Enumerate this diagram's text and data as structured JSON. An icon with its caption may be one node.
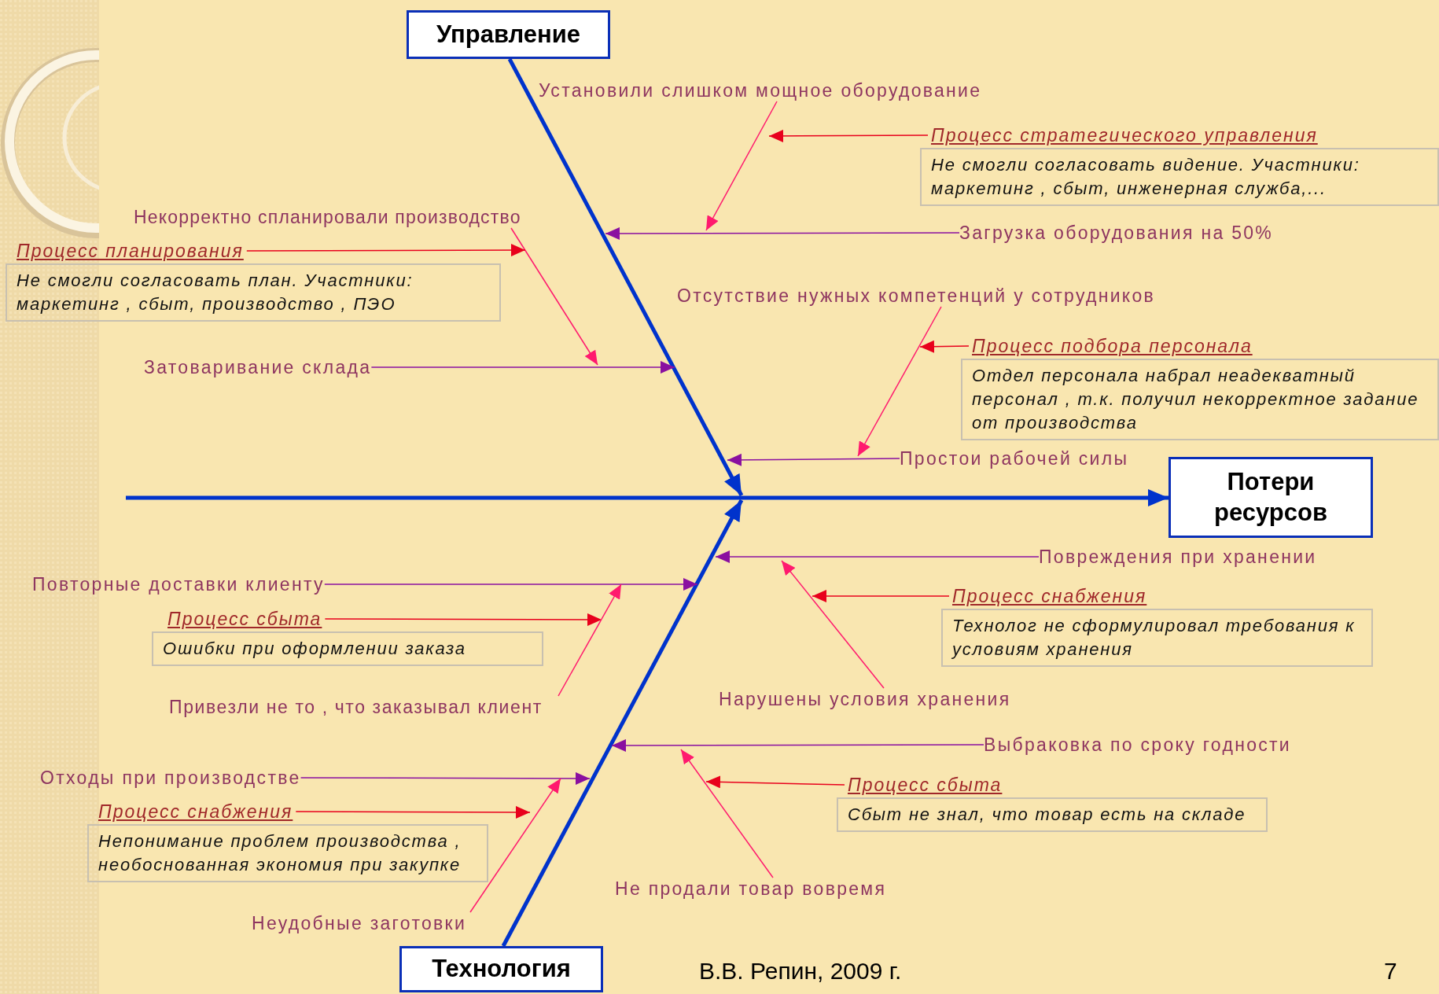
{
  "diagram": {
    "nodes": [
      {
        "text": [
          "Управление"
        ]
      },
      {
        "text": [
          "Технология"
        ]
      },
      {
        "text": [
          "Потери ресурсов"
        ]
      },
      {
        "text": [
          "Установили слишком мощное оборудование"
        ]
      },
      {
        "text": [
          "Процесс стратегического управления",
          "Не смогли согласовать видение. Участники: маркетинг , сбыт, инженерная служба,..."
        ]
      },
      {
        "text": [
          "Загрузка оборудования на 50%"
        ]
      },
      {
        "text": [
          "Некорректно спланировали производство"
        ]
      },
      {
        "text": [
          "Процесс планирования",
          "Не смогли согласовать план. Участники: маркетинг , сбыт, производство , ПЭО"
        ]
      },
      {
        "text": [
          "Затоваривание склада"
        ]
      },
      {
        "text": [
          "Отсутствие нужных компетенций у сотрудников"
        ]
      },
      {
        "text": [
          "Процесс подбора персонала",
          "Отдел персонала набрал неадекватный персонал , т.к. получил некорректное задание от производства"
        ]
      },
      {
        "text": [
          "Простои рабочей силы"
        ]
      },
      {
        "text": [
          "Повреждения при хранении"
        ]
      },
      {
        "text": [
          "Нарушены условия хранения"
        ]
      },
      {
        "text": [
          "Процесс снабжения",
          "Технолог не сформулировал требования к условиям хранения"
        ]
      },
      {
        "text": [
          "Повторные доставки клиенту"
        ]
      },
      {
        "text": [
          "Процесс сбыта",
          "Ошибки при оформлении заказа"
        ]
      },
      {
        "text": [
          "Привезли не то , что заказывал клиент"
        ]
      },
      {
        "text": [
          "Отходы при производстве"
        ]
      },
      {
        "text": [
          "Процесс снабжения",
          "Непонимание проблем производства , необоснованная экономия при закупке"
        ]
      },
      {
        "text": [
          "Неудобные заготовки"
        ]
      },
      {
        "text": [
          "Выбраковка по сроку годности"
        ]
      },
      {
        "text": [
          "Не продали товар вовремя"
        ]
      },
      {
        "text": [
          "Процесс сбыта",
          "Сбыт не знал, что товар есть на складе"
        ]
      }
    ],
    "edges": [
      {
        "from": 0,
        "to": null,
        "arrow": "to",
        "style": "thick",
        "color": "#0033cc"
      },
      {
        "from": 1,
        "to": null,
        "arrow": "to",
        "style": "thick",
        "color": "#0033cc"
      },
      {
        "from": null,
        "to": 2,
        "arrow": "to",
        "style": "thick",
        "color": "#0033cc"
      },
      {
        "from": 3,
        "to": null,
        "arrow": "to",
        "color": "#ff1a6e"
      },
      {
        "from": 4,
        "to": 3,
        "arrow": "to",
        "color": "#e8001c"
      },
      {
        "from": 5,
        "to": null,
        "arrow": "to",
        "color": "#8a10a0"
      },
      {
        "from": 6,
        "to": null,
        "arrow": "to",
        "color": "#ff1a6e"
      },
      {
        "from": 7,
        "to": 6,
        "arrow": "to",
        "color": "#e8001c"
      },
      {
        "from": 8,
        "to": null,
        "arrow": "to",
        "color": "#8a10a0"
      },
      {
        "from": 9,
        "to": 11,
        "arrow": "to",
        "color": "#ff1a6e"
      },
      {
        "from": 10,
        "to": 9,
        "arrow": "to",
        "color": "#e8001c"
      },
      {
        "from": 11,
        "to": null,
        "arrow": "to",
        "color": "#8a10a0"
      },
      {
        "from": 12,
        "to": null,
        "arrow": "to",
        "color": "#8a10a0"
      },
      {
        "from": 13,
        "to": null,
        "arrow": "to",
        "color": "#ff1a6e"
      },
      {
        "from": 14,
        "to": null,
        "arrow": "to",
        "color": "#e8001c"
      },
      {
        "from": 15,
        "to": null,
        "arrow": "to",
        "color": "#8a10a0"
      },
      {
        "from": 16,
        "to": null,
        "arrow": "to",
        "color": "#e8001c"
      },
      {
        "from": 17,
        "to": null,
        "arrow": "to",
        "color": "#ff1a6e"
      },
      {
        "from": 18,
        "to": null,
        "arrow": "to",
        "color": "#8a10a0"
      },
      {
        "from": 19,
        "to": null,
        "arrow": "to",
        "color": "#e8001c"
      },
      {
        "from": 20,
        "to": null,
        "arrow": "to",
        "color": "#ff1a6e"
      },
      {
        "from": 21,
        "to": null,
        "arrow": "to",
        "color": "#8a10a0"
      },
      {
        "from": 22,
        "to": null,
        "arrow": "to",
        "color": "#ff1a6e"
      },
      {
        "from": 23,
        "to": null,
        "arrow": "to",
        "color": "#e8001c"
      }
    ],
    "labels": [
      "В.В. Репин, 2009 г.",
      "7"
    ]
  }
}
